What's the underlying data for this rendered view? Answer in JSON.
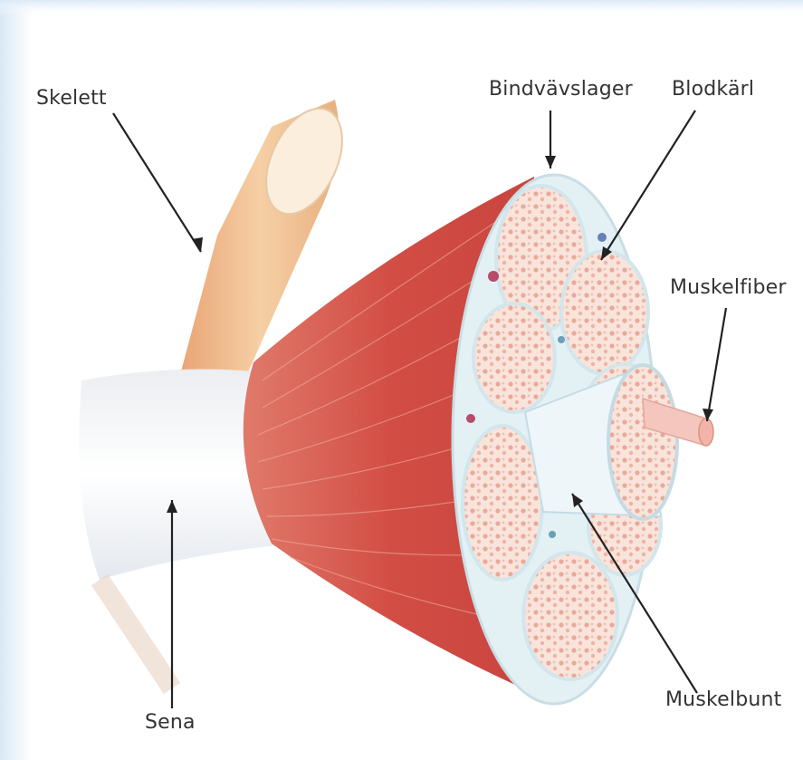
{
  "labels": {
    "skelett": "Skelett",
    "bindvavslager": "Bindvävslager",
    "blodkarl": "Blodkärl",
    "muskelfiber": "Muskelfiber",
    "sena": "Sena",
    "muskelbunt": "Muskelbunt"
  },
  "colors": {
    "background_edge": "#e6f0fa",
    "bone": "#f2c49a",
    "tendon": "#f4f0ec",
    "muscle": "#d4544a",
    "muscle_light": "#e88f7c",
    "fascicle": "#f7dcd2",
    "connective": "#dff0f4",
    "leader_line": "#222222"
  }
}
